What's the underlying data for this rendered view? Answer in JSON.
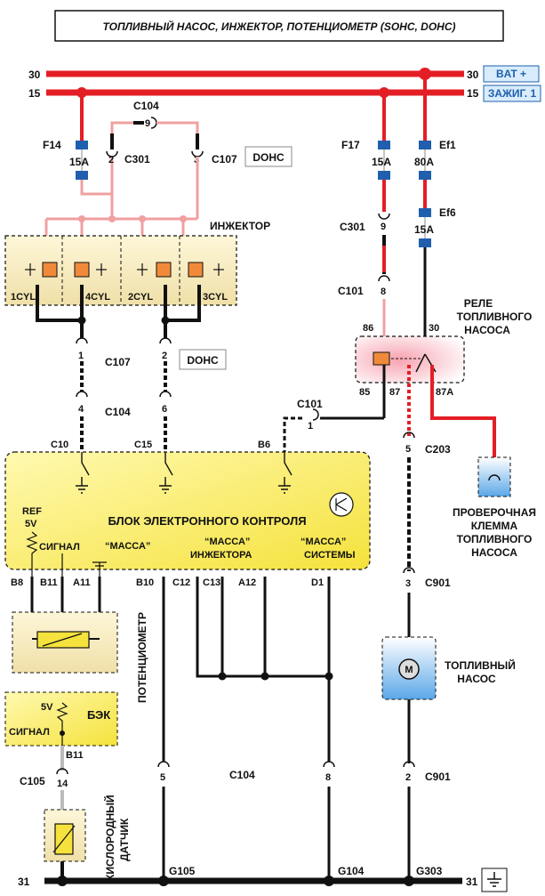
{
  "title": "ТОПЛИВНЫЙ НАСОС, ИНЖЕКТОР, ПОТЕНЦИОМЕТР  (SOHC, DOHC)",
  "rails": {
    "r30": "30",
    "r15": "15",
    "bat_label": "BAT +",
    "ign_label": "ЗАЖИГ. 1",
    "r31": "31"
  },
  "fuses": {
    "f14": "F14",
    "f14_rating": "15A",
    "f17": "F17",
    "f17_rating": "15A",
    "ef1": "Ef1",
    "ef1_rating": "80A",
    "ef6": "Ef6",
    "ef6_rating": "15A"
  },
  "connectors": {
    "c104": "C104",
    "c301": "C301",
    "c107": "C107",
    "c101": "C101",
    "c203": "C203",
    "c901": "C901",
    "c105": "C105",
    "dohc": "DOHC",
    "pin9": "9",
    "pin2": "2",
    "pin3": "3",
    "pin8": "8",
    "pin1": "1",
    "pin4": "4",
    "pin6": "6",
    "pin5": "5",
    "pin14": "14"
  },
  "injector": {
    "label": "ИНЖЕКТОР",
    "cyl1": "1CYL",
    "cyl4": "4CYL",
    "cyl2": "2CYL",
    "cyl3": "3CYL"
  },
  "relay": {
    "label1": "РЕЛЕ",
    "label2": "ТОПЛИВНОГО",
    "label3": "НАСОСА",
    "p86": "86",
    "p30": "30",
    "p85": "85",
    "p87": "87",
    "p87a": "87A"
  },
  "ecu": {
    "title": "БЛОК ЭЛЕКТРОННОГО КОНТРОЛЯ",
    "c10": "C10",
    "c15": "C15",
    "b6": "B6",
    "ref": "REF",
    "ref5v": "5V",
    "signal": "СИГНАЛ",
    "mass": "“МАССА”",
    "mass_inj1": "“МАССА”",
    "mass_inj2": "ИНЖЕКТОРА",
    "mass_sys1": "“МАССА”",
    "mass_sys2": "СИСТЕМЫ",
    "pins": [
      "B8",
      "B11",
      "A11",
      "B10",
      "C12",
      "C13",
      "A12",
      "D1"
    ]
  },
  "test_clamp": {
    "l1": "ПРОВЕРОЧНАЯ",
    "l2": "КЛЕММА",
    "l3": "ТОПЛИВНОГО",
    "l4": "НАСОСА"
  },
  "pump": {
    "l1": "ТОПЛИВНЫЙ",
    "l2": "НАСОС",
    "symbol": "M"
  },
  "potentiometer": "ПОТЕНЦИОМЕТР",
  "bek": {
    "label": "БЭК",
    "v5": "5V",
    "signal": "СИГНАЛ",
    "pin": "B11"
  },
  "oxygen": {
    "l1": "КИСЛОРОДНЫЙ",
    "l2": "ДАТЧИК"
  },
  "grounds": {
    "g105": "G105",
    "g104": "G104",
    "g303": "G303"
  }
}
